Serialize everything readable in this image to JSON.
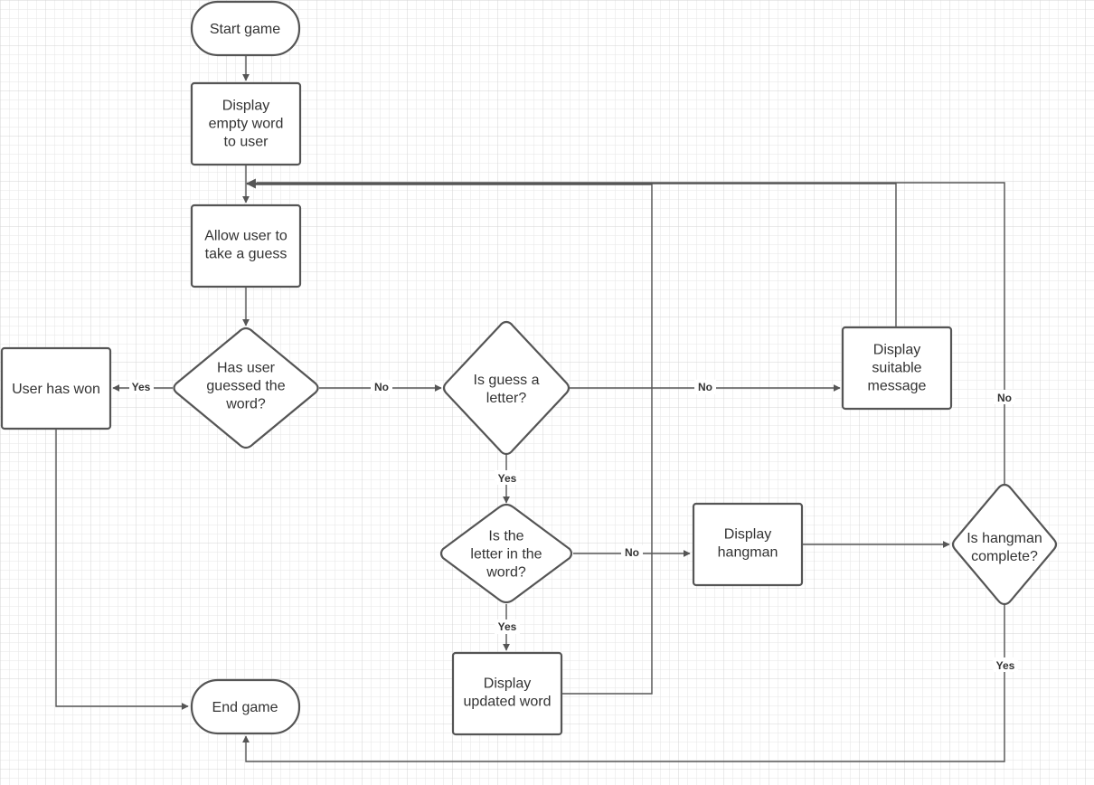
{
  "nodes": {
    "start": [
      "Start game"
    ],
    "display_empty": [
      "Display",
      "empty word",
      "to user"
    ],
    "allow_guess": [
      "Allow user to",
      "take a guess"
    ],
    "guessed_word": [
      "Has user",
      "guessed the",
      "word?"
    ],
    "user_won": [
      "User has won"
    ],
    "is_letter": [
      "Is guess a",
      "letter?"
    ],
    "suitable_msg": [
      "Display",
      "suitable",
      "message"
    ],
    "letter_in_word": [
      "Is the",
      "letter in the",
      "word?"
    ],
    "display_hangman": [
      "Display",
      "hangman"
    ],
    "hangman_complete": [
      "Is hangman",
      "complete?"
    ],
    "updated_word": [
      "Display",
      "updated word"
    ],
    "end": [
      "End game"
    ]
  },
  "edge_labels": {
    "won_yes": "Yes",
    "guessed_no": "No",
    "letter_no": "No",
    "letter_yes": "Yes",
    "inword_no": "No",
    "inword_yes": "Yes",
    "complete_no": "No",
    "complete_yes": "Yes"
  }
}
